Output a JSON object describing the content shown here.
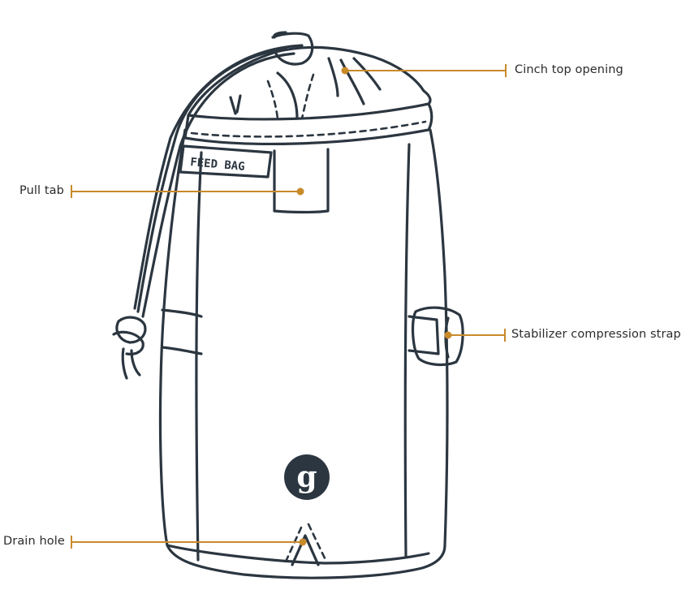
{
  "diagram": {
    "subject": "Feed bag",
    "bag_tag_text": "FEED BAG",
    "logo_glyph": "g",
    "colors": {
      "ink": "#2b3640",
      "leader": "#c98a2a",
      "background": "#ffffff",
      "label_text": "#2b2b2b"
    },
    "callouts": [
      {
        "id": "cinch-top",
        "label": "Cinch top opening",
        "side": "right"
      },
      {
        "id": "pull-tab",
        "label": "Pull tab",
        "side": "left"
      },
      {
        "id": "stabilizer-strap",
        "label": "Stabilizer compression strap",
        "side": "right"
      },
      {
        "id": "drain-hole",
        "label": "Drain hole",
        "side": "left"
      }
    ]
  }
}
